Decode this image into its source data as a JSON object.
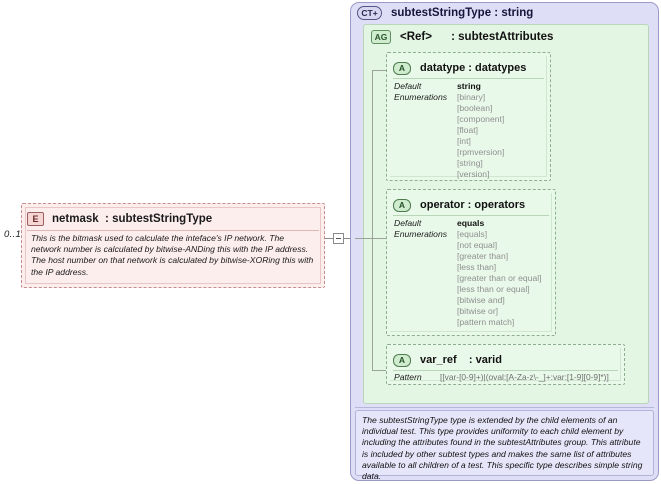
{
  "left_element": {
    "badge": "E",
    "badge_icon_name": "element-badge-icon",
    "title": "netmask  : subtestStringType",
    "cardinality": "0..1",
    "documentation": "This is the bitmask used to calculate the inteface's IP network.   The network number is calculated by bitwise-ANDing this with the IP address.  The host number on that network is calculated by bitwise-XORing this with the IP address."
  },
  "connector": {
    "toggle_label": "collapse-toggle"
  },
  "complex_type": {
    "badge": "CT",
    "badge_plus": "+",
    "title": "subtestStringType : string",
    "documentation": "The subtestStringType type is extended by the child elements of an individual test.  This type provides uniformity to each child element by including the attributes found in the subtestAttributes group.  This attribute is included by other subtest types and makes the same list of attributes available to all children of a test.  This specific type describes simple string data."
  },
  "attribute_group": {
    "badge": "AG",
    "title": "<Ref>      : subtestAttributes"
  },
  "attributes": [
    {
      "badge": "A",
      "name": "datatype : datatypes",
      "label_default": "Default",
      "label_enumerations": "Enumerations",
      "default_value": "string",
      "enumerations": [
        "[binary]",
        "[boolean]",
        "[component]",
        "[float]",
        "[int]",
        "[rpmversion]",
        "[string]",
        "[version]"
      ]
    },
    {
      "badge": "A",
      "name": "operator : operators",
      "label_default": "Default",
      "label_enumerations": "Enumerations",
      "default_value": "equals",
      "enumerations": [
        "[equals]",
        "[not equal]",
        "[greater than]",
        "[less than]",
        "[greater than or equal]",
        "[less than or equal]",
        "[bitwise and]",
        "[bitwise or]",
        "[pattern match]"
      ]
    },
    {
      "badge": "A",
      "name": "var_ref    : varid",
      "label_pattern": "Pattern",
      "pattern_value": "[[var-[0-9]+)|(oval:[A-Za-z\\-_]+:var:[1-9][0-9]*)]"
    }
  ],
  "colors": {
    "element_fill": "#fdeeee",
    "element_border": "#c58e8e",
    "complex_type_fill": "#dedef7",
    "attribute_group_fill": "#e3f6e3",
    "attribute_fill": "#e9f9e9",
    "doc_fill": "#e6e6fa"
  }
}
